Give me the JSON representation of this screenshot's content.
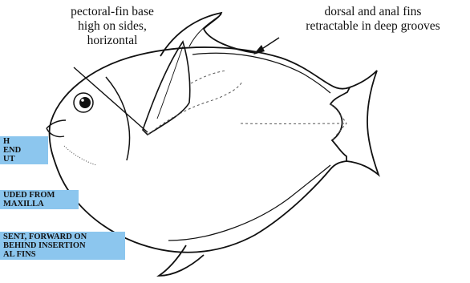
{
  "labels": {
    "pectoral": {
      "line1": "pectoral-fin base",
      "line2": "high on sides,",
      "line3": "horizontal"
    },
    "fins": {
      "line1": "dorsal and anal fins",
      "line2": "retractable in deep grooves"
    }
  },
  "tags": {
    "tag1": {
      "line1": "H",
      "line2": "END",
      "line3": "UT"
    },
    "tag2": {
      "line1": "UDED FROM",
      "line2": "MAXILLA"
    },
    "tag3": {
      "line1": "SENT, FORWARD ON",
      "line2": "BEHIND INSERTION",
      "line3": "AL FINS"
    }
  },
  "colors": {
    "tag_background": "#8cc6ee",
    "ink": "#111111"
  }
}
